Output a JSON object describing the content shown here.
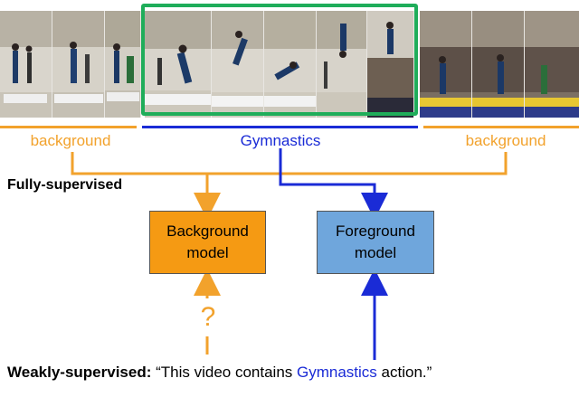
{
  "video_strip": {
    "frames": [
      {
        "segment": "background",
        "scene": "gym-floor-standing"
      },
      {
        "segment": "background",
        "scene": "gym-floor-standing"
      },
      {
        "segment": "background",
        "scene": "gym-floor-standing"
      },
      {
        "segment": "action",
        "scene": "tumbling-run"
      },
      {
        "segment": "action",
        "scene": "tumbling-jump"
      },
      {
        "segment": "action",
        "scene": "tumbling-flip"
      },
      {
        "segment": "action",
        "scene": "tumbling-flip-high"
      },
      {
        "segment": "action",
        "scene": "landing-crowd"
      },
      {
        "segment": "background",
        "scene": "crowd-stands"
      },
      {
        "segment": "background",
        "scene": "crowd-stands"
      },
      {
        "segment": "background",
        "scene": "crowd-stands"
      }
    ]
  },
  "segments": {
    "left_label": "background",
    "middle_label": "Gymnastics",
    "right_label": "background"
  },
  "supervision": {
    "fully_label": "Fully-supervised",
    "weakly_label": "Weakly-supervised:",
    "question_mark": "?"
  },
  "models": {
    "background": {
      "line1": "Background",
      "line2": "model"
    },
    "foreground": {
      "line1": "Foreground",
      "line2": "model"
    }
  },
  "sentence": {
    "open_quote_text": "“This video contains ",
    "action_word": "Gymnastics",
    "end_text": " action.”"
  },
  "colors": {
    "background_segment": "#f2a22c",
    "action_segment": "#1a2bd6",
    "highlight_box": "#1fad5a",
    "background_model_fill": "#f59a13",
    "foreground_model_fill": "#6fa6dc"
  }
}
